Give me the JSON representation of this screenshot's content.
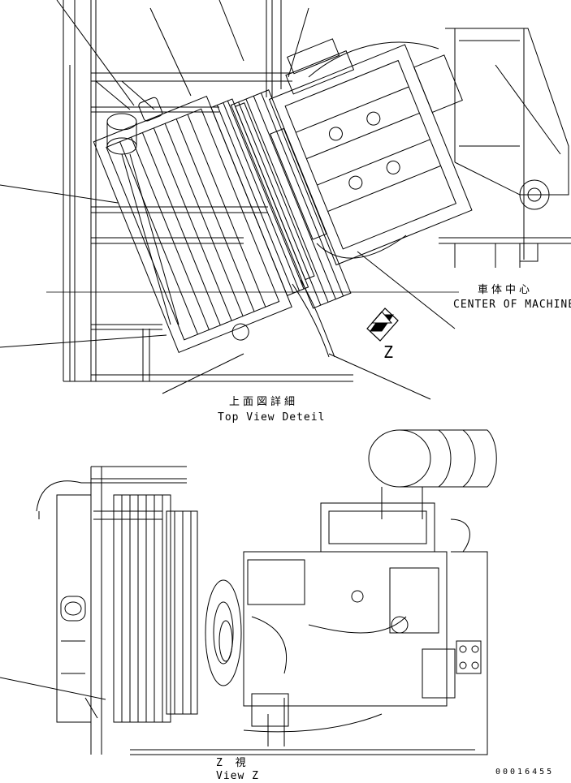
{
  "top_view": {
    "center_jp": "車体中心",
    "center_en": "CENTER OF MACHINE",
    "arrow_label": "Z",
    "caption_jp": "上面図詳細",
    "caption_en": "Top View Deteil"
  },
  "side_view": {
    "caption_jp": "Z 視",
    "caption_en": "View Z"
  },
  "drawing_number": "00016455"
}
